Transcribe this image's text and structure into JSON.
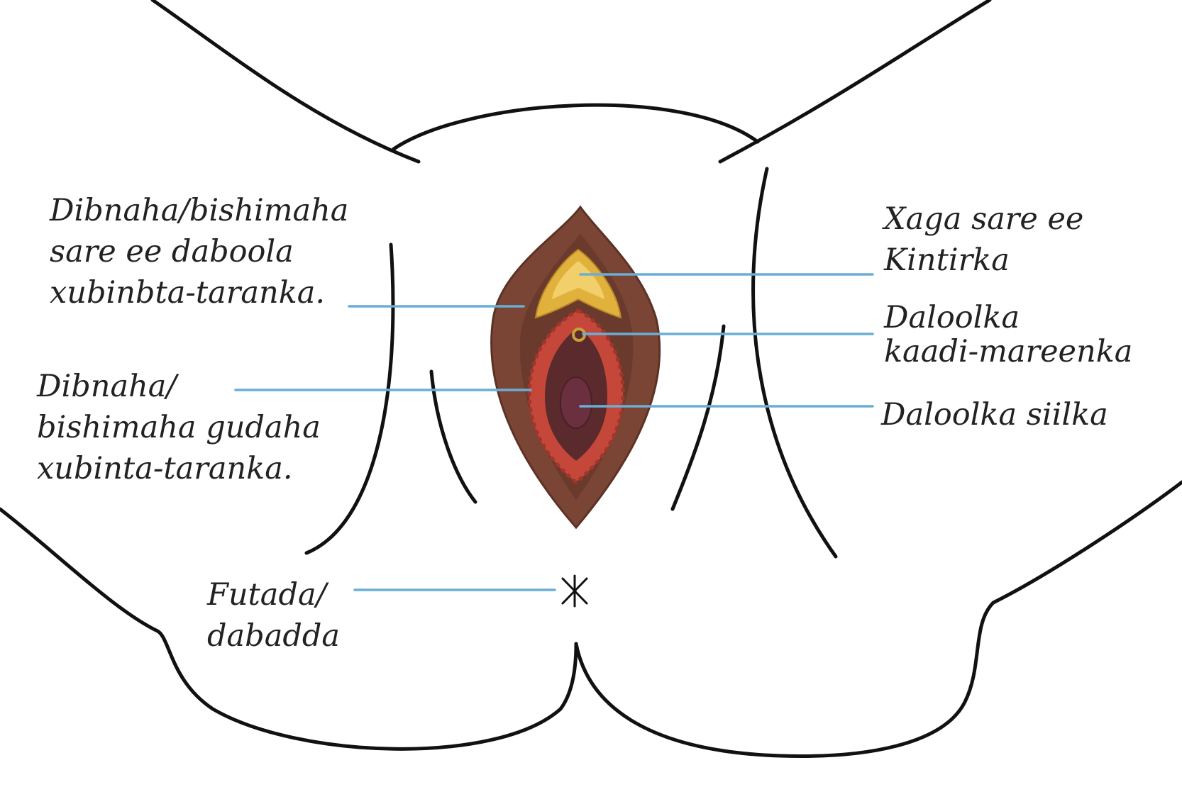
{
  "diagram": {
    "labels": {
      "outer_lips": {
        "lines": [
          "Dibnaha/bishimaha",
          "sare ee daboola",
          "xubinbta-taranka."
        ]
      },
      "inner_lips": {
        "lines": [
          "Dibnaha/",
          "bishimaha gudaha",
          "xubinta-taranka."
        ]
      },
      "clitoris": {
        "lines": [
          "Xaga sare ee",
          "Kintirka"
        ]
      },
      "urethra": {
        "lines": [
          "Daloolka",
          "kaadi-mareenka"
        ]
      },
      "vagina": {
        "lines": [
          "Daloolka siilka"
        ]
      },
      "perineum": {
        "lines": [
          "Futada/",
          "dabadda"
        ]
      }
    },
    "colors": {
      "outline": "#111111",
      "leader": "#6aaed6",
      "outer_lips": "#7a4535",
      "outer_lips_shade": "#5c3226",
      "clitoral_hood": "#e1b23b",
      "clitoral_hood_light": "#f1cf6a",
      "inner_lips": "#c4473a",
      "inner_lips_ridge": "#a3342a",
      "vestibule": "#5a2a2c",
      "vaginal_opening": "#6b3040",
      "urethra_ring": "#c9a13a"
    }
  }
}
